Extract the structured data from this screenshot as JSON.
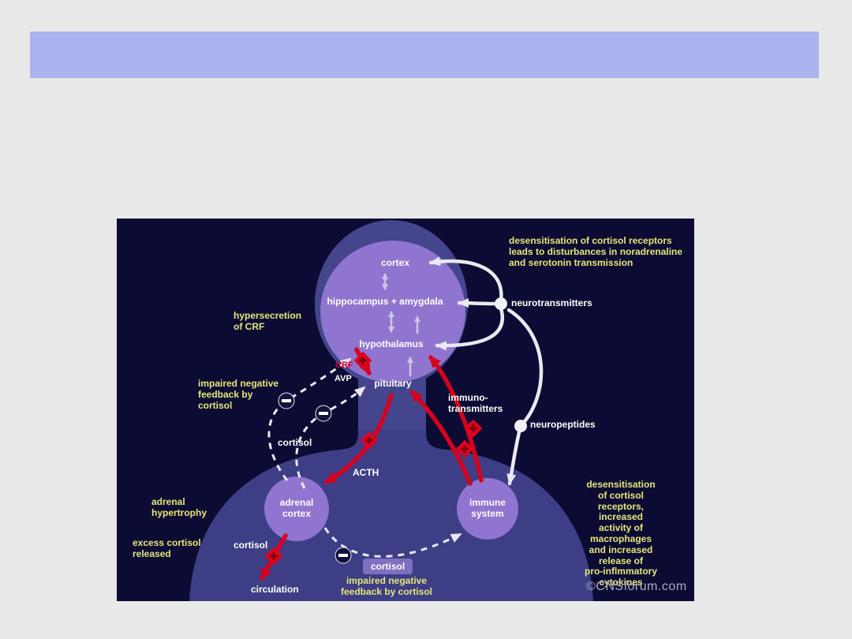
{
  "page": {
    "background": "#e9e9e9"
  },
  "header": {
    "text": ""
  },
  "diagram": {
    "copyright": "©CNSforum.com",
    "colors": {
      "background": "#0b0b33",
      "silhouette": "#3e3e87",
      "brain_region": "#8f74d0",
      "arrow_white": "#e9e9f2",
      "arrow_red": "#d6001e",
      "label_yellow": "#e6e678",
      "header_bar": "#a9b3ee"
    },
    "icons": {
      "negative_feedback": "minus-circle",
      "activation_marker": "red-diamond-plus",
      "pathway_node": "white-dot"
    },
    "brain_labels": {
      "cortex": "cortex",
      "hippocampus_amygdala": "hippocampus + amygdala",
      "hypothalamus": "hypothalamus",
      "pituitary": "pituitary",
      "crf": "CRF",
      "avp": "AVP"
    },
    "node_labels": {
      "adrenal_cortex": "adrenal\ncortex",
      "immune_system": "immune\nsystem",
      "neurotransmitters": "neurotransmitters",
      "neuropeptides": "neuropeptides",
      "immuno_transmitters": "immuno-\ntransmitters",
      "acth": "ACTH",
      "cortisol_upper": "cortisol",
      "cortisol_lower": "cortisol",
      "cortisol_pill": "cortisol",
      "circulation": "circulation"
    },
    "annotations": {
      "desensitisation_top": "desensitisation of cortisol receptors\nleads to disturbances in noradrenaline\nand serotonin transmission",
      "hypersecretion_crf": "hypersecretion\nof CRF",
      "impaired_feedback_left": "impaired negative\nfeedback by\ncortisol",
      "adrenal_hypertrophy": "adrenal\nhypertrophy",
      "excess_cortisol": "excess cortisol\nreleased",
      "desensitisation_right": "desensitisation of cortisol\nreceptors, increased\nactivity of macrophages\nand increased release of\npro-inflmmatory\ncytokines",
      "impaired_feedback_bottom": "impaired negative\nfeedback by cortisol"
    }
  }
}
